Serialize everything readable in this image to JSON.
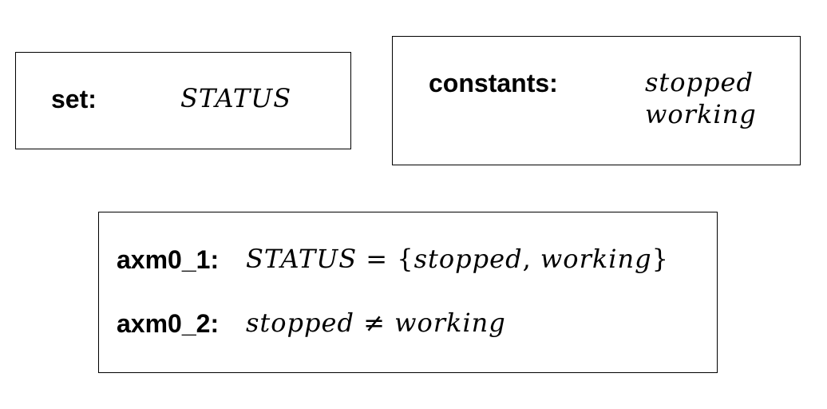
{
  "set_box": {
    "keyword": "set:",
    "sets": [
      "STATUS"
    ]
  },
  "constants_box": {
    "keyword": "constants:",
    "constants": [
      "stopped",
      "working"
    ]
  },
  "axioms_box": {
    "axioms": [
      {
        "label": "axm0_1:",
        "lhs": "STATUS",
        "op": "=",
        "open": "{",
        "elem1": "stopped",
        "sep": ",",
        "elem2": "working",
        "close": "}"
      },
      {
        "label": "axm0_2:",
        "lhs": "stopped",
        "op": "≠",
        "rhs": "working"
      }
    ]
  }
}
